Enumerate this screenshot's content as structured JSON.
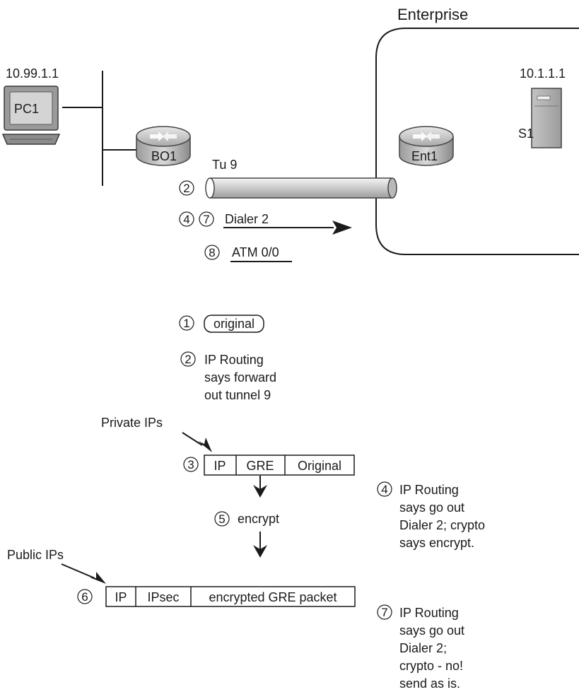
{
  "diagram": {
    "enterprise_label": "Enterprise",
    "pc": {
      "ip": "10.99.1.1",
      "name": "PC1"
    },
    "branch_router": {
      "name": "BO1"
    },
    "server": {
      "ip": "10.1.1.1",
      "name": "S1"
    },
    "enterprise_router": {
      "name": "Ent1"
    },
    "tunnel": {
      "label": "Tu 9",
      "step": "2"
    },
    "dialer": {
      "label": "Dialer 2",
      "steps": [
        "4",
        "7"
      ]
    },
    "atm": {
      "label": "ATM 0/0",
      "step": "8"
    }
  },
  "steps": {
    "s1": {
      "num": "1",
      "text": "original"
    },
    "s2": {
      "num": "2",
      "lines": [
        "IP Routing",
        "says forward",
        "out tunnel 9"
      ]
    },
    "s3": {
      "num": "3",
      "annotation": "Private IPs",
      "cells": [
        "IP",
        "GRE",
        "Original"
      ]
    },
    "s4": {
      "num": "4",
      "lines": [
        "IP Routing",
        "says go out",
        "Dialer 2; crypto",
        "says encrypt."
      ]
    },
    "s5": {
      "num": "5",
      "text": "encrypt"
    },
    "s6": {
      "num": "6",
      "annotation": "Public IPs",
      "cells": [
        "IP",
        "IPsec",
        "encrypted GRE packet"
      ]
    },
    "s7": {
      "num": "7",
      "lines": [
        "IP Routing",
        "says go out",
        "Dialer 2;",
        "crypto - no!",
        "send as is."
      ]
    }
  }
}
